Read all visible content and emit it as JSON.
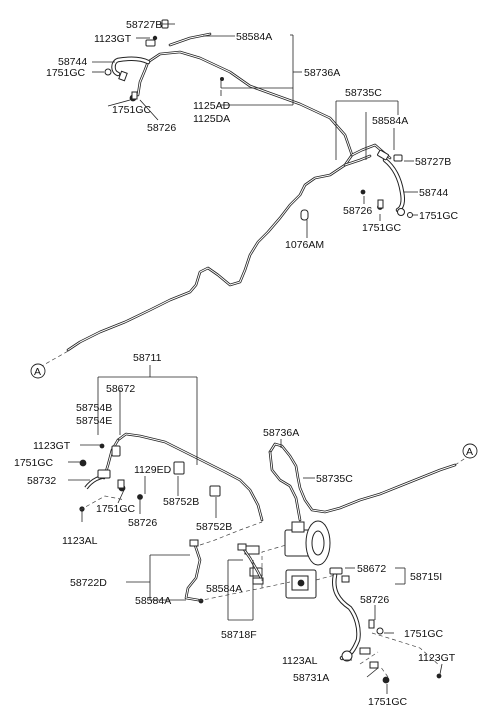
{
  "callouts": {
    "c_58727B_t": "58727B",
    "c_1123GT_t": "1123GT",
    "c_58584A_t": "58584A",
    "c_58744_t": "58744",
    "c_1751GC_t1": "1751GC",
    "c_58736A_t": "58736A",
    "c_1751GC_t2": "1751GC",
    "c_58726_t": "58726",
    "c_1125AD": "1125AD",
    "c_1125DA": "1125DA",
    "c_58735C_t": "58735C",
    "c_58584A_r": "58584A",
    "c_58727B_r": "58727B",
    "c_58744_r": "58744",
    "c_58726_r": "58726",
    "c_1751GC_r1": "1751GC",
    "c_1751GC_r2": "1751GC",
    "c_1076AM": "1076AM",
    "c_A_left": "A",
    "c_58711": "58711",
    "c_58672_m": "58672",
    "c_58754B": "58754B",
    "c_58754E": "58754E",
    "c_1123GT_m": "1123GT",
    "c_1751GC_m1": "1751GC",
    "c_1129ED": "1129ED",
    "c_58732": "58732",
    "c_58752B_1": "58752B",
    "c_1751GC_m2": "1751GC",
    "c_58726_m": "58726",
    "c_58752B_2": "58752B",
    "c_1123AL_m": "1123AL",
    "c_58736A_m": "58736A",
    "c_58735C_m": "58735C",
    "c_A_right": "A",
    "c_58722D": "58722D",
    "c_58584A_m1": "58584A",
    "c_58584A_m2": "58584A",
    "c_58718F": "58718F",
    "c_58672_b": "58672",
    "c_58715I": "58715I",
    "c_58726_b": "58726",
    "c_1751GC_b1": "1751GC",
    "c_1123AL_b": "1123AL",
    "c_1123GT_b": "1123GT",
    "c_58731A": "58731A",
    "c_1751GC_b2": "1751GC"
  }
}
